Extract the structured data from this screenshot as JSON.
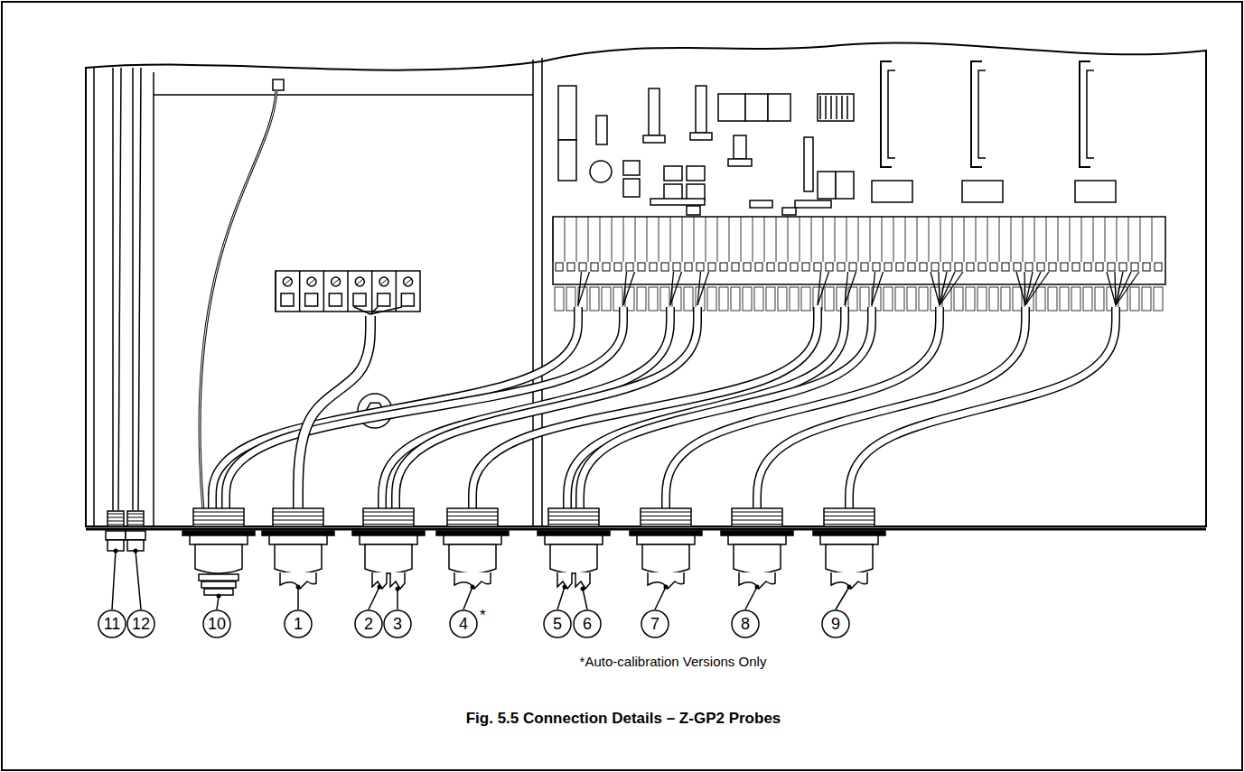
{
  "diagram": {
    "caption": "Fig. 5.5 Connection Details – Z-GP2 Probes",
    "labels": [
      "11",
      "12",
      "10",
      "1",
      "2",
      "3",
      "4",
      "*",
      "5",
      "6",
      "7",
      "8",
      "9",
      "*Auto-calibration Versions Only"
    ]
  }
}
